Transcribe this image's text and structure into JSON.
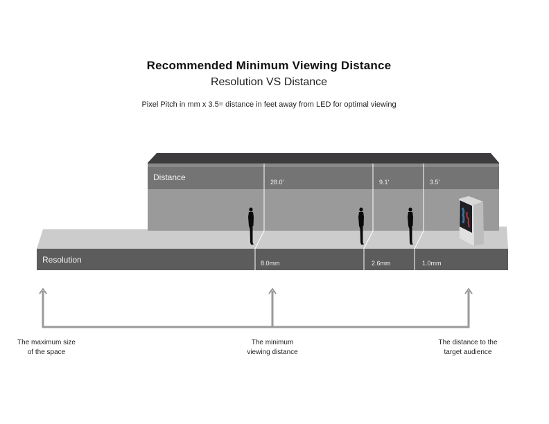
{
  "header": {
    "title": "Recommended Minimum Viewing Distance",
    "subtitle": "Resolution VS Distance",
    "formula_note": "Pixel Pitch in mm x 3.5= distance in feet away from LED for optimal viewing"
  },
  "diagram": {
    "distance_band": {
      "label": "Distance",
      "values": [
        "28.0'",
        "9.1'",
        "3.5'"
      ]
    },
    "resolution_band": {
      "label": "Resolution",
      "values": [
        "8.0mm",
        "2.6mm",
        "1.0mm"
      ]
    },
    "figures": [
      "person-silhouette",
      "person-silhouette",
      "person-silhouette"
    ],
    "display": "led-display-cabinet",
    "colors": {
      "wall_cap": "#3d3b3d",
      "wall_strip": "#8a8a8a",
      "distance_band": "#747474",
      "wall_body": "#9a9a9a",
      "floor_top": "#cccccc",
      "resolution_band": "#5c5c5c",
      "arrow": "#9a9a9a"
    }
  },
  "annotations": [
    {
      "line1": "The maximum size",
      "line2": "of the space"
    },
    {
      "line1": "The minimum",
      "line2": "viewing distance"
    },
    {
      "line1": "The distance to the",
      "line2": "target audience"
    }
  ]
}
